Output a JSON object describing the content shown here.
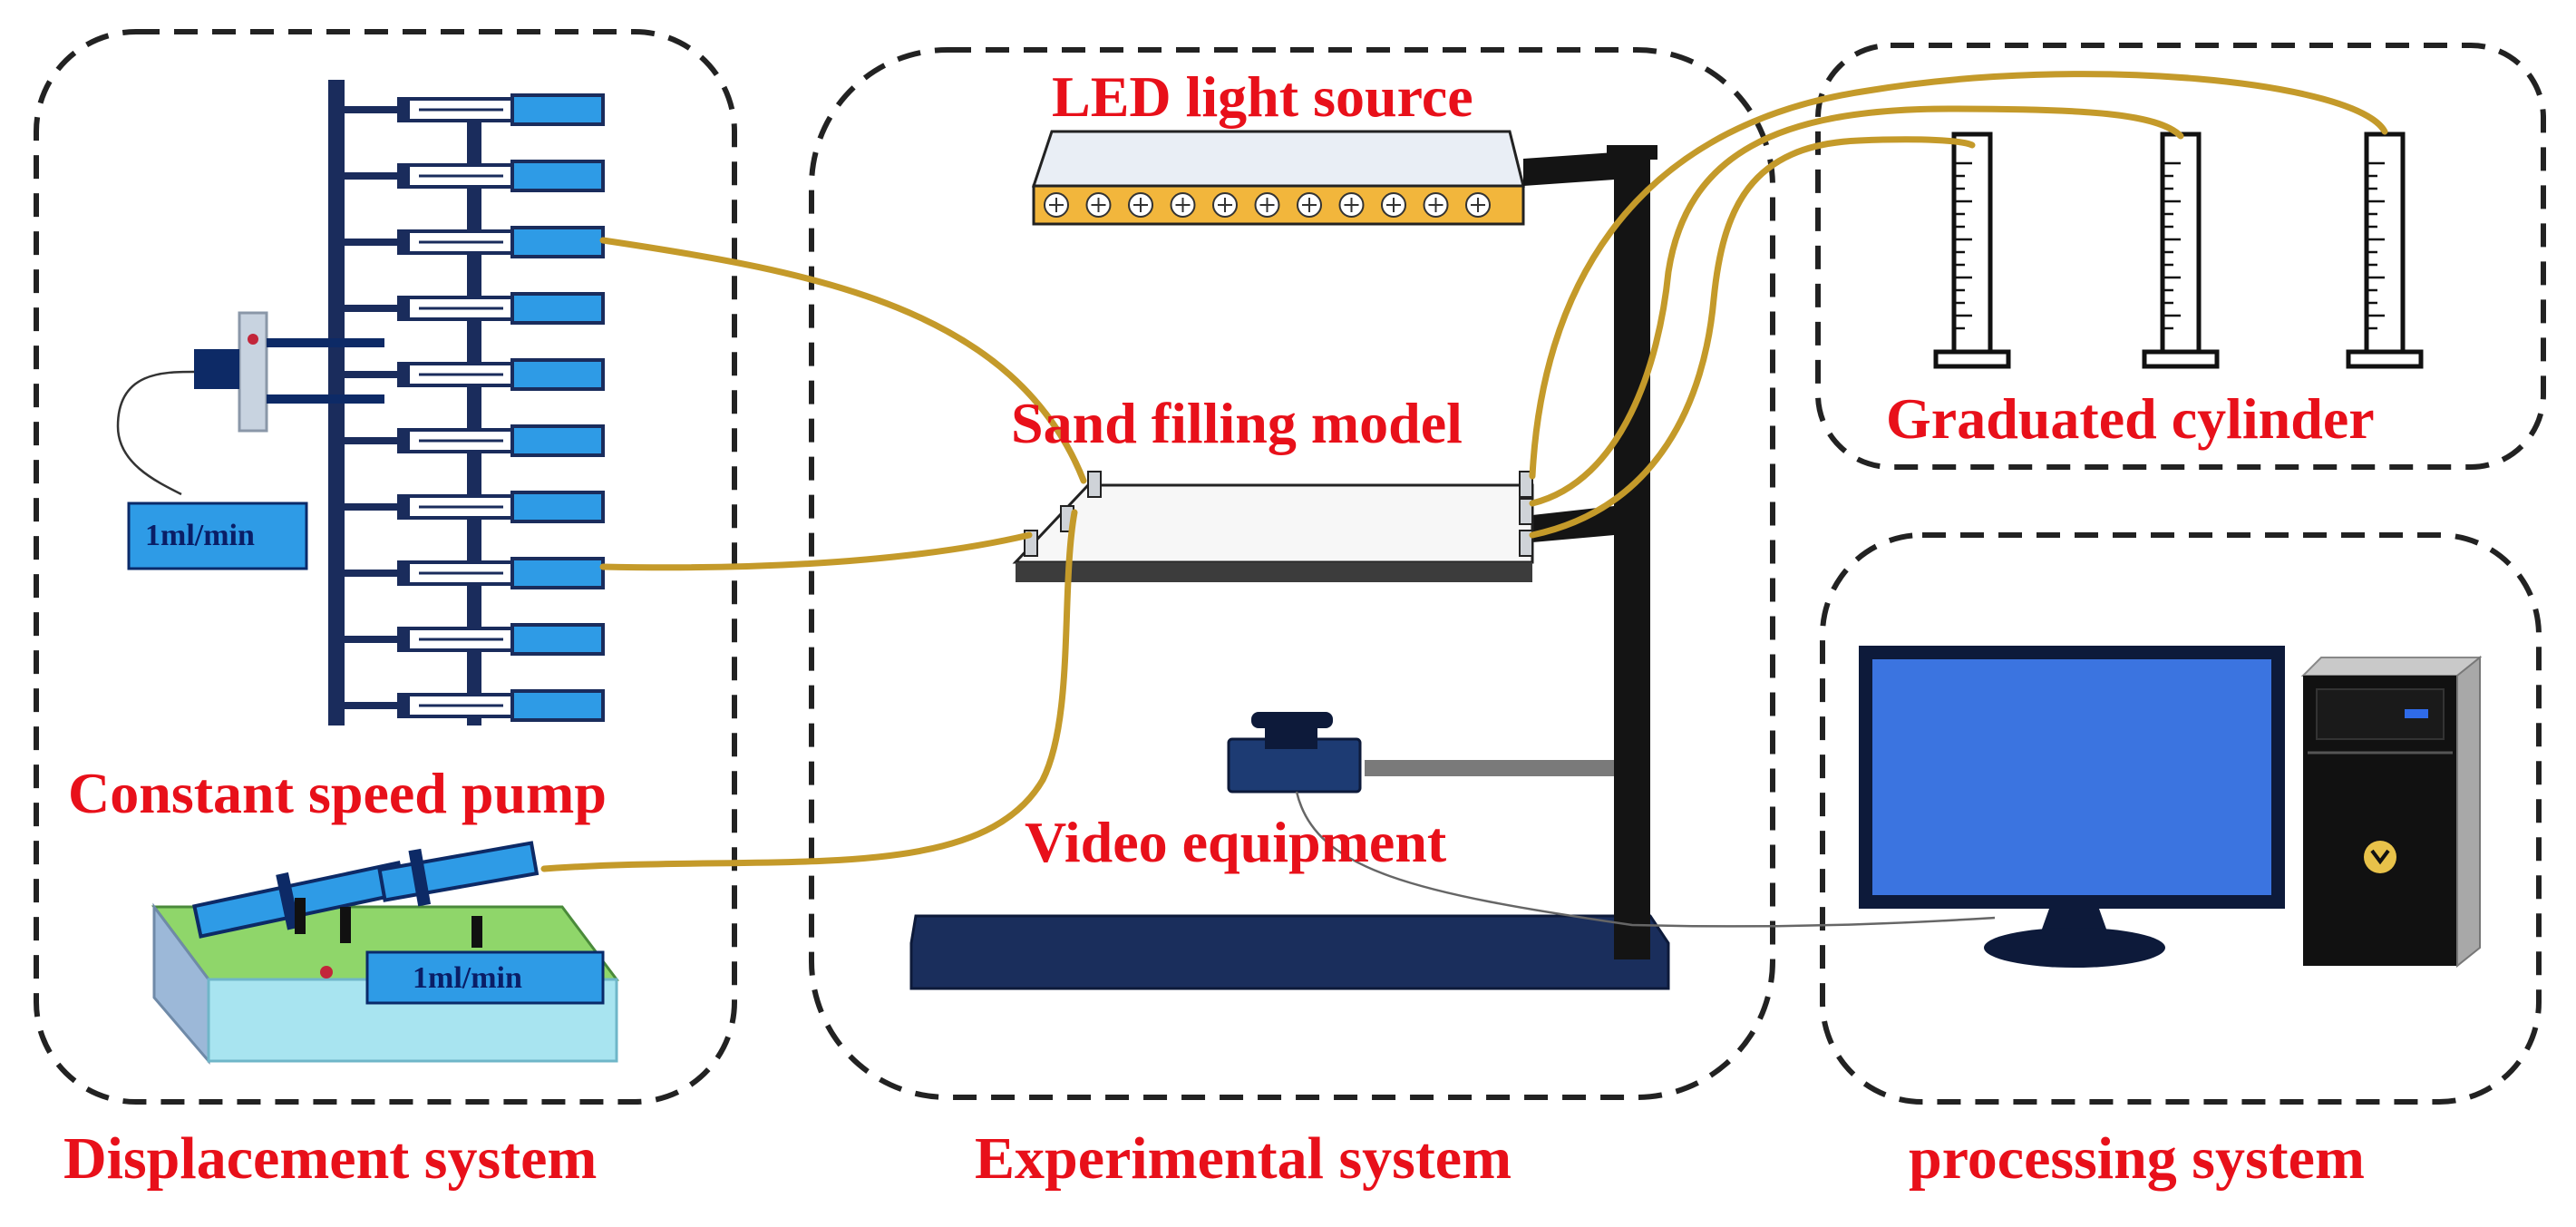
{
  "systems": {
    "displacement": "Displacement system",
    "experimental": "Experimental system",
    "processing": "processing system"
  },
  "components": {
    "led": "LED light source",
    "sand_model": "Sand filling model",
    "cylinder": "Graduated cylinder",
    "pump": "Constant speed pump",
    "video": "Video equipment"
  },
  "rates": {
    "pump_controller": "1ml/min",
    "syringe_pump": "1ml/min"
  },
  "colors": {
    "tubing": "#c49a2a",
    "label": "#e8101a",
    "navy": "#1a2c5c",
    "syringe_blue": "#2e9be6",
    "monitor_screen": "#3b74e0"
  }
}
